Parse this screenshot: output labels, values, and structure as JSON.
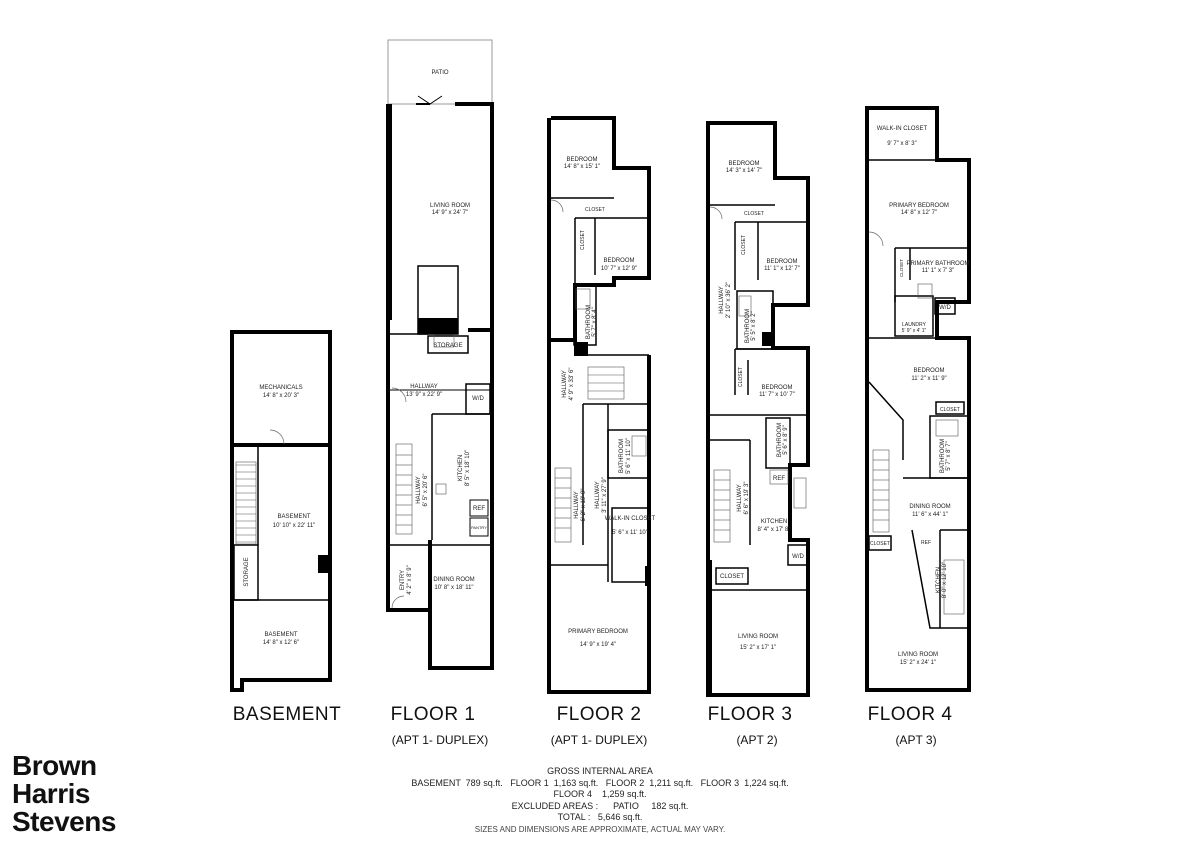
{
  "floors": [
    {
      "id": "basement",
      "title": "BASEMENT",
      "subtitle": "",
      "rooms": [
        {
          "name": "MECHANICALS",
          "dims": "14' 8\" x 20' 3\""
        },
        {
          "name": "BASEMENT",
          "dims": "10' 10\" x 22' 11\""
        },
        {
          "name": "STORAGE",
          "dims": ""
        },
        {
          "name": "BASEMENT",
          "dims": "14' 8\" x 12' 6\""
        }
      ]
    },
    {
      "id": "floor1",
      "title": "FLOOR 1",
      "subtitle": "(APT 1- DUPLEX)",
      "rooms": [
        {
          "name": "PATIO",
          "dims": ""
        },
        {
          "name": "LIVING ROOM",
          "dims": "14' 9\" x 24' 7\""
        },
        {
          "name": "STORAGE",
          "dims": ""
        },
        {
          "name": "HALLWAY",
          "dims": "13' 9\" x 22' 9\""
        },
        {
          "name": "W/D",
          "dims": ""
        },
        {
          "name": "KITCHEN",
          "dims": "8' 5\" x 18' 10\""
        },
        {
          "name": "HALLWAY",
          "dims": "6' 5\" x 20' 6\""
        },
        {
          "name": "REF",
          "dims": ""
        },
        {
          "name": "PANTRY",
          "dims": ""
        },
        {
          "name": "ENTRY",
          "dims": "4' 2\" x 8' 9\""
        },
        {
          "name": "DINING ROOM",
          "dims": "10' 8\" x 18' 11\""
        }
      ]
    },
    {
      "id": "floor2",
      "title": "FLOOR 2",
      "subtitle": "(APT 1- DUPLEX)",
      "rooms": [
        {
          "name": "BEDROOM",
          "dims": "14' 8\" x 15' 1\""
        },
        {
          "name": "CLOSET",
          "dims": ""
        },
        {
          "name": "CLOSET",
          "dims": ""
        },
        {
          "name": "BEDROOM",
          "dims": "10' 7\" x 12' 9\""
        },
        {
          "name": "BATHROOM",
          "dims": "5' 7\" x 8' 4\""
        },
        {
          "name": "HALLWAY",
          "dims": "4' 9\" x 33' 6\""
        },
        {
          "name": "BATHROOM",
          "dims": "5' 6\" x 11' 10\""
        },
        {
          "name": "HALLWAY",
          "dims": "6' 2\" x 19' 9\""
        },
        {
          "name": "HALLWAY",
          "dims": "3' 11\" x 27' 9\""
        },
        {
          "name": "WALK-IN CLOSET",
          "dims": "5' 6\" x 11' 10\""
        },
        {
          "name": "PRIMARY BEDROOM",
          "dims": "14' 9\" x 19' 4\""
        }
      ]
    },
    {
      "id": "floor3",
      "title": "FLOOR 3",
      "subtitle": "(APT 2)",
      "rooms": [
        {
          "name": "BEDROOM",
          "dims": "14' 3\" x 14' 7\""
        },
        {
          "name": "CLOSET",
          "dims": ""
        },
        {
          "name": "CLOSET",
          "dims": ""
        },
        {
          "name": "BEDROOM",
          "dims": "11' 1\" x 12' 7\""
        },
        {
          "name": "HALLWAY",
          "dims": "2' 10\" x 36' 2\""
        },
        {
          "name": "BATHROOM",
          "dims": "5' 5\" x 8' 2\""
        },
        {
          "name": "CLOSET",
          "dims": ""
        },
        {
          "name": "BEDROOM",
          "dims": "11' 7\" x 10' 7\""
        },
        {
          "name": "BATHROOM",
          "dims": "5' 6\" x 8' 9\""
        },
        {
          "name": "REF",
          "dims": ""
        },
        {
          "name": "HALLWAY",
          "dims": "6' 6\" x 19' 3\""
        },
        {
          "name": "KITCHEN",
          "dims": "8' 4\" x 17' 8\""
        },
        {
          "name": "W/D",
          "dims": ""
        },
        {
          "name": "CLOSET",
          "dims": ""
        },
        {
          "name": "LIVING ROOM",
          "dims": "15' 2\" x 17' 1\""
        }
      ]
    },
    {
      "id": "floor4",
      "title": "FLOOR 4",
      "subtitle": "(APT 3)",
      "rooms": [
        {
          "name": "WALK-IN CLOSET",
          "dims": "9' 7\" x 8' 3\""
        },
        {
          "name": "PRIMARY BEDROOM",
          "dims": "14' 8\" x 12' 7\""
        },
        {
          "name": "CLOSET",
          "dims": ""
        },
        {
          "name": "PRIMARY BATHROOM",
          "dims": "11' 1\" x 7' 3\""
        },
        {
          "name": "W/D",
          "dims": ""
        },
        {
          "name": "LAUNDRY",
          "dims": "5' 9\" x 4' 1\""
        },
        {
          "name": "BEDROOM",
          "dims": "11' 2\" x 11' 9\""
        },
        {
          "name": "CLOSET",
          "dims": ""
        },
        {
          "name": "BATHROOM",
          "dims": "5' 7\" x 8' 7\""
        },
        {
          "name": "DINING ROOM",
          "dims": "11' 6\" x 44' 1\""
        },
        {
          "name": "CLOSET",
          "dims": ""
        },
        {
          "name": "REF",
          "dims": ""
        },
        {
          "name": "KITCHEN",
          "dims": "8' 0\" x 12' 10\""
        },
        {
          "name": "LIVING ROOM",
          "dims": "15' 2\" x 24' 1\""
        }
      ]
    }
  ],
  "brand": {
    "line1": "Brown",
    "line2": "Harris",
    "line3": "Stevens"
  },
  "summary": {
    "heading": "GROSS INTERNAL AREA",
    "line1": "BASEMENT  789 sq.ft.   FLOOR 1  1,163 sq.ft.   FLOOR 2  1,211 sq.ft.   FLOOR 3  1,224 sq.ft.",
    "line2": "FLOOR 4    1,259 sq.ft.",
    "line3": "EXCLUDED AREAS :      PATIO     182 sq.ft.",
    "line4": "TOTAL :   5,646 sq.ft.",
    "note": "SIZES AND DIMENSIONS ARE APPROXIMATE, ACTUAL MAY VARY."
  }
}
